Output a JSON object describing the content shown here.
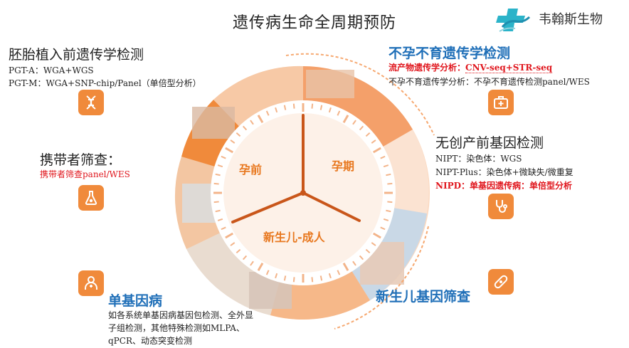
{
  "title": "遗传病生命全周期预防",
  "logo": {
    "text": "韦翰斯生物",
    "icon": "cross-dna-logo-icon"
  },
  "dial": {
    "before": "孕前",
    "pregnancy": "孕期",
    "newborn_adult": "新生儿-成人"
  },
  "sections": {
    "pgt": {
      "heading": "胚胎植入前遗传学检测",
      "lines": [
        "PGT-A：WGA+WGS",
        "PGT-M：WGA+SNP-chip/Panel（单倍型分析）"
      ],
      "icon": "dna-icon"
    },
    "infertility": {
      "heading": "不孕不育遗传学检测",
      "line1_label": "流产物遗传学分析：",
      "line1_value": "CNV-seq+STR-seq",
      "line2": "不孕不育遗传学分析：不孕不育遗传检测panel/WES",
      "icon": "medical-kit-icon"
    },
    "carrier": {
      "heading": "携带者筛查：",
      "line": "携带者筛查panel/WES",
      "icon": "flask-icon"
    },
    "nipt": {
      "heading": "无创产前基因检测",
      "lines": [
        "NIPT：染色体：WGS",
        "NIPT-Plus：染色体+微缺失/微重复"
      ],
      "line3": "NIPD：单基因遗传病：单倍型分析",
      "icon": "stethoscope-icon"
    },
    "monogenic": {
      "heading": "单基因病",
      "lines": [
        "如各系统单基因病基因包检测、全外显",
        "子组检测，其他特殊检测如MLPA、",
        "qPCR、动态突变检测"
      ],
      "icon": "doctor-icon"
    },
    "newborn": {
      "heading": "新生儿基因筛查",
      "icon": "bandage-icon"
    }
  },
  "colors": {
    "orange": "#f08a3b",
    "light_orange": "#fbd2b3",
    "blue": "#1f6fb8",
    "red": "#e0161d"
  }
}
